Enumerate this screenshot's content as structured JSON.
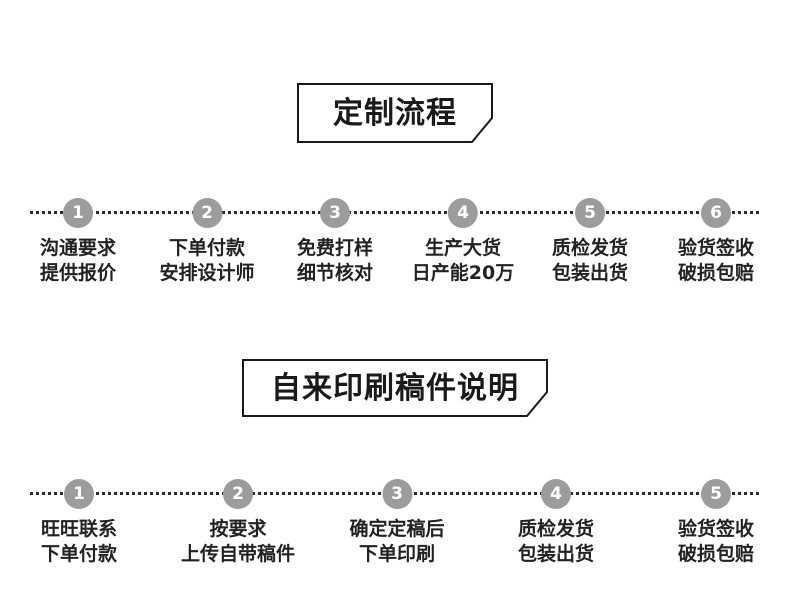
{
  "colors": {
    "background": "#ffffff",
    "badge": "#9c9c9c",
    "badge_number": "#ffffff",
    "dotted_line": "#2b2b2b",
    "banner_border": "#1a1a1a",
    "text": "#222222"
  },
  "sections": [
    {
      "title": "定制流程",
      "steps": [
        {
          "num": "1",
          "line1": "沟通要求",
          "line2": "提供报价"
        },
        {
          "num": "2",
          "line1": "下单付款",
          "line2": "安排设计师"
        },
        {
          "num": "3",
          "line1": "免费打样",
          "line2": "细节核对"
        },
        {
          "num": "4",
          "line1": "生产大货",
          "line2": "日产能20万"
        },
        {
          "num": "5",
          "line1": "质检发货",
          "line2": "包装出货"
        },
        {
          "num": "6",
          "line1": "验货签收",
          "line2": "破损包赔"
        }
      ]
    },
    {
      "title": "自来印刷稿件说明",
      "steps": [
        {
          "num": "1",
          "line1": "旺旺联系",
          "line2": "下单付款"
        },
        {
          "num": "2",
          "line1": "按要求",
          "line2": "上传自带稿件"
        },
        {
          "num": "3",
          "line1": "确定定稿后",
          "line2": "下单印刷"
        },
        {
          "num": "4",
          "line1": "质检发货",
          "line2": "包装出货"
        },
        {
          "num": "5",
          "line1": "验货签收",
          "line2": "破损包赔"
        }
      ]
    }
  ]
}
